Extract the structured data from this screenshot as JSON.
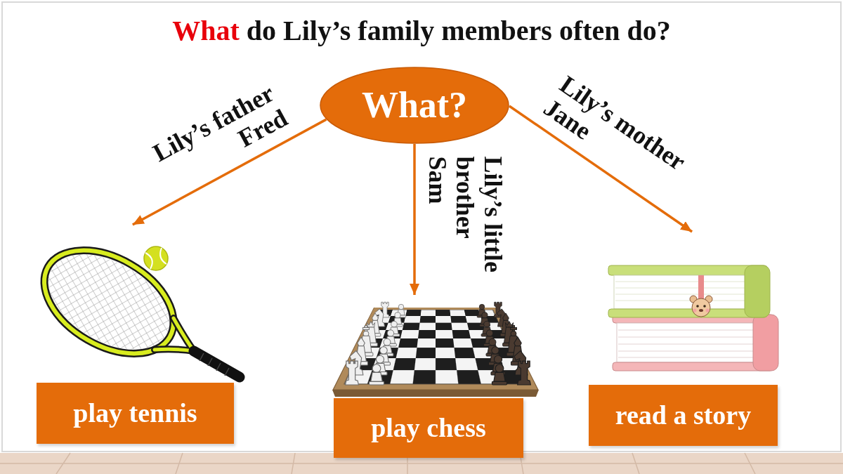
{
  "diagram": {
    "title": "What do Lily’s family members often do?",
    "nodes": [
      {
        "text": [
          "What?"
        ]
      },
      {
        "text": [
          "play tennis"
        ]
      },
      {
        "text": [
          "play chess"
        ]
      },
      {
        "text": [
          "read a story"
        ]
      }
    ],
    "edges": [
      {
        "from": 0,
        "to": 1,
        "arrow": "to",
        "label": "Lily’s father Fred"
      },
      {
        "from": 0,
        "to": 2,
        "arrow": "to",
        "label": "Lily’s little brother Sam"
      },
      {
        "from": 0,
        "to": 3,
        "arrow": "to",
        "label": "Lily’s mother Jane"
      }
    ]
  }
}
